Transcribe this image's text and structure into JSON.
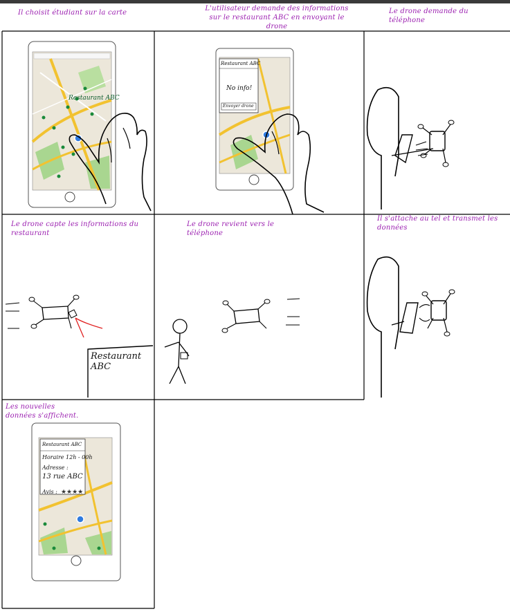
{
  "captions": {
    "c1": "Il choisit étudiant sur la carte",
    "c2": "L'utilisateur demande des informations sur le restaurant ABC en envoyant le drone",
    "c3": "Le drone demande du téléphone",
    "c4": "Le drone capte les informations du restaurant",
    "c5": "Le drone revient vers le téléphone",
    "c6": "Il s'attache au tel et transmet les données",
    "c7": "Les nouvelles données s'affichent."
  },
  "panel1": {
    "map_label": "Restaurant ABC"
  },
  "panel2": {
    "popup_title": "Restaurant ABC",
    "popup_body": "No info!",
    "popup_button": "Envoyer drone"
  },
  "panel4": {
    "sign_label": "Restaurant ABC"
  },
  "panel7": {
    "popup_title": "Restaurant ABC",
    "hours": "Horaire 12h - 00h",
    "address_label": "Adresse :",
    "address_value": "13 rue ABC",
    "rating_label": "Avis :",
    "rating_stars": "★★★★"
  },
  "colors": {
    "caption": "#9b1fb0",
    "map_road": "#f2c230",
    "map_park": "#a9d690",
    "map_bg": "#ece7da",
    "arrow": "#e02020"
  }
}
